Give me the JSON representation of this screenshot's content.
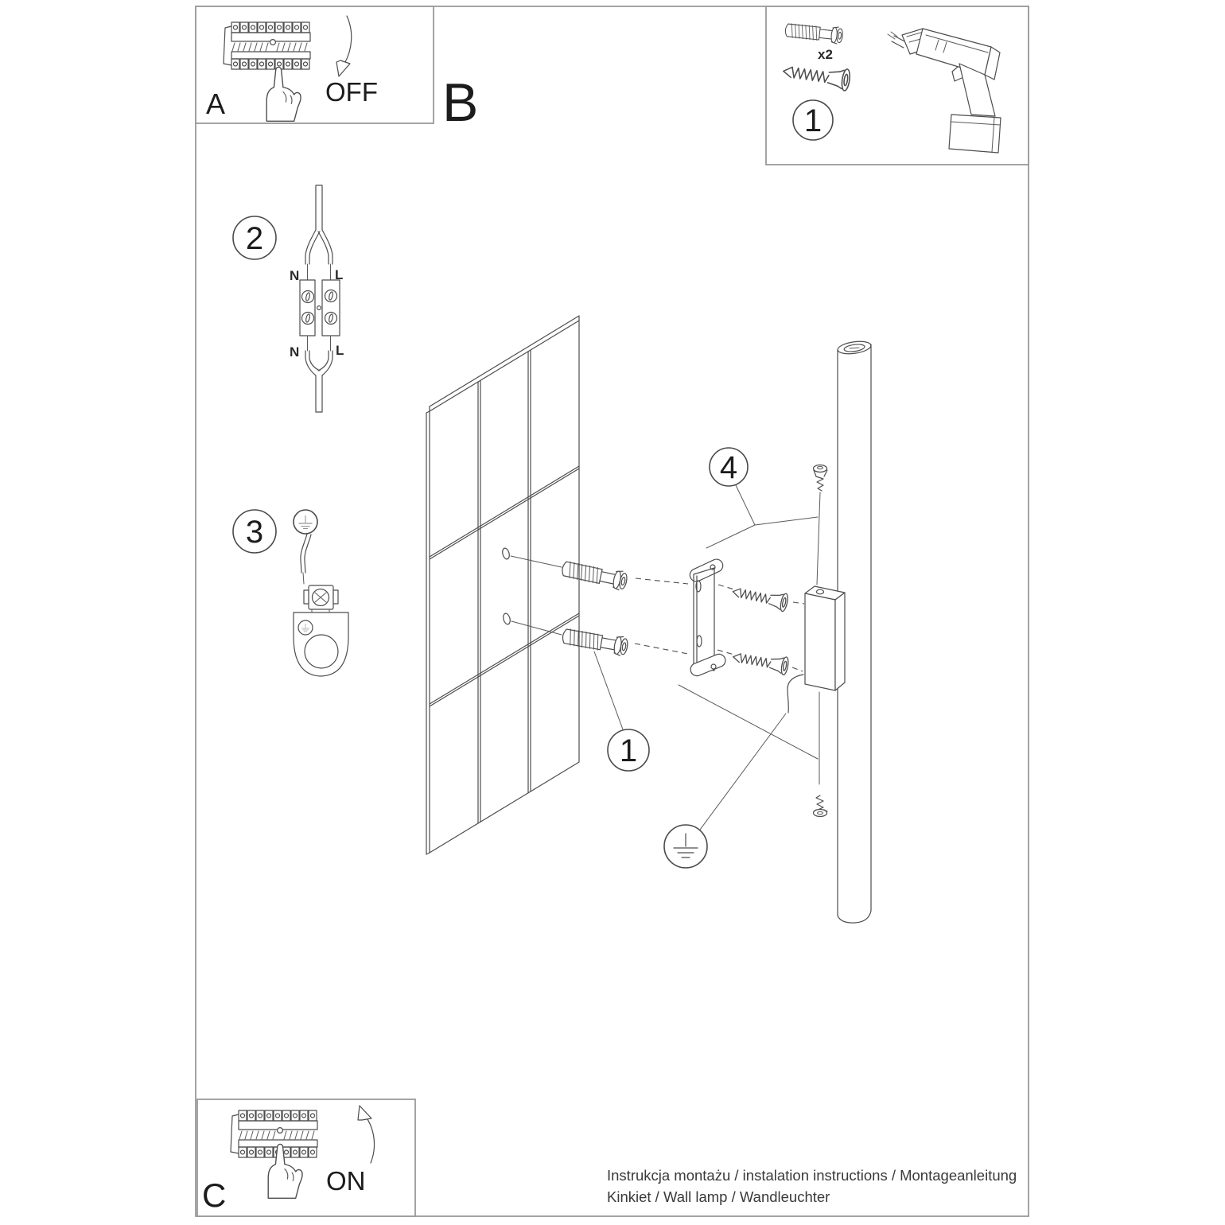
{
  "footer": {
    "line1": "Instrukcja montażu / instalation instructions / Montageanleitung",
    "line2": "Kinkiet / Wall lamp / Wandleuchter"
  },
  "panel_a": {
    "label": "A",
    "state": "OFF"
  },
  "panel_b": {
    "label": "B"
  },
  "panel_c": {
    "label": "C",
    "state": "ON"
  },
  "tools": {
    "callout": "1",
    "anchor_qty": "x2"
  },
  "wiring": {
    "callout": "2",
    "n_top": "N",
    "l_top": "L",
    "n_bottom": "N",
    "l_bottom": "L"
  },
  "ground_step": {
    "callout": "3"
  },
  "mounting": {
    "anchors_callout": "1",
    "screws_callout": "4"
  },
  "colors": {
    "line": "#4d4d4d",
    "border": "#9a9a9a",
    "text": "#1c1c1c"
  }
}
